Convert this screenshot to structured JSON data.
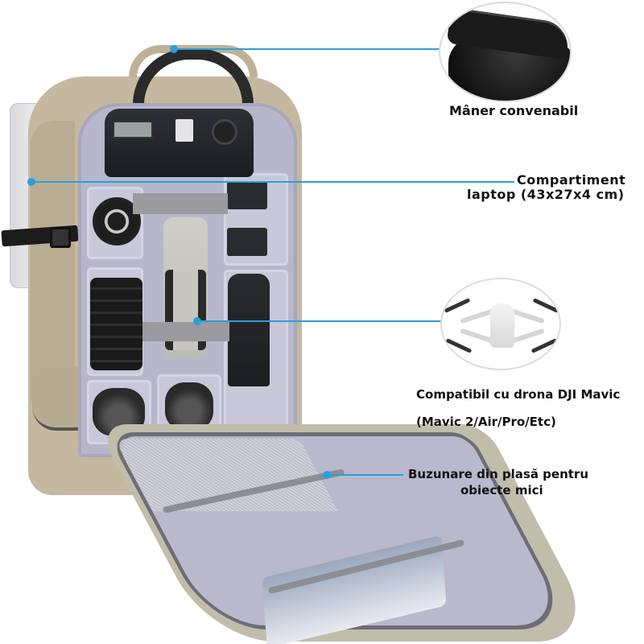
{
  "product": {
    "type": "camera backpack",
    "colors": {
      "exterior": "#c4b9a0",
      "interior": "#b7b7cc",
      "callout_line": "#2a9fd6",
      "text": "#111111"
    }
  },
  "callouts": [
    {
      "id": "handle",
      "label_lines": [
        "Mâner convenabil"
      ],
      "icon": "handle-closeup-image"
    },
    {
      "id": "laptop",
      "label_lines": [
        "Compartiment",
        "laptop (43x27x4 cm)"
      ],
      "icon": null
    },
    {
      "id": "drone",
      "label_lines": [
        "Compatibil cu drona DJI Mavic",
        "(Mavic 2/Air/Pro/Etc)"
      ],
      "icon": "drone-image"
    },
    {
      "id": "mesh",
      "label_lines": [
        "Buzunare din plasă pentru",
        "obiecte mici"
      ],
      "icon": null
    }
  ]
}
